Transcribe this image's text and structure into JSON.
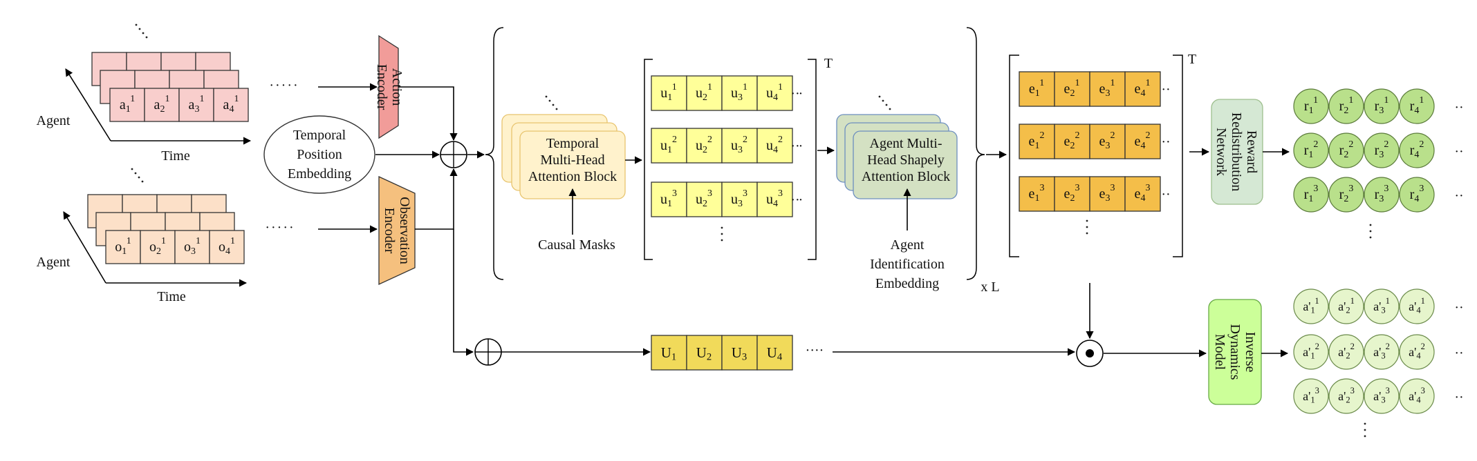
{
  "colors": {
    "action_cell": "#f8cecc",
    "obs_cell": "#fce0c8",
    "action_encoder": "#f19c99",
    "obs_encoder": "#f5c07e",
    "temporal_block": "#fff2cc",
    "u_cell": "#ffff99",
    "U_cell": "#f1da5a",
    "agent_block": "#d4e1c3",
    "e_cell": "#f4be49",
    "reward_net": "#d5e8d4",
    "r_circle": "#b9e08b",
    "inverse_model": "#ccff99",
    "a_circle": "#e6f5cc"
  },
  "labels": {
    "agent_top": "Agent",
    "time_top": "Time",
    "agent_bottom": "Agent",
    "time_bottom": "Time",
    "dots_action": "·····",
    "dots_obs": "·····",
    "action_encoder": [
      "Action",
      "Encoder"
    ],
    "obs_encoder": [
      "Observation",
      "Encoder"
    ],
    "temporal_position": [
      "Temporal",
      "Position",
      "Embedding"
    ],
    "temporal_block": [
      "Temporal",
      "Multi-Head",
      "Attention Block"
    ],
    "causal_masks": "Causal Masks",
    "agent_block": [
      "Agent Multi-",
      "Head Shapely",
      "Attention Block"
    ],
    "agent_id": [
      "Agent",
      "Identification",
      "Embedding"
    ],
    "repeat_L": "x L",
    "T_u": "T",
    "T_e": "T",
    "reward_net": [
      "Reward",
      "Redistribution",
      "Network"
    ],
    "inverse_model": [
      "Inverse",
      "Dynamics",
      "Model"
    ],
    "dots_U": "····"
  },
  "action_cells": [
    [
      "a",
      "1",
      "1"
    ],
    [
      "a",
      "2",
      "1"
    ],
    [
      "a",
      "3",
      "1"
    ],
    [
      "a",
      "4",
      "1"
    ]
  ],
  "obs_cells": [
    [
      "o",
      "1",
      "1"
    ],
    [
      "o",
      "2",
      "1"
    ],
    [
      "o",
      "3",
      "1"
    ],
    [
      "o",
      "4",
      "1"
    ]
  ],
  "u_rows": [
    [
      [
        "u",
        "1",
        "1"
      ],
      [
        "u",
        "2",
        "1"
      ],
      [
        "u",
        "3",
        "1"
      ],
      [
        "u",
        "4",
        "1"
      ]
    ],
    [
      [
        "u",
        "1",
        "2"
      ],
      [
        "u",
        "2",
        "2"
      ],
      [
        "u",
        "3",
        "2"
      ],
      [
        "u",
        "4",
        "2"
      ]
    ],
    [
      [
        "u",
        "1",
        "3"
      ],
      [
        "u",
        "2",
        "3"
      ],
      [
        "u",
        "3",
        "3"
      ],
      [
        "u",
        "4",
        "3"
      ]
    ]
  ],
  "U_cells": [
    [
      "U",
      "1"
    ],
    [
      "U",
      "2"
    ],
    [
      "U",
      "3"
    ],
    [
      "U",
      "4"
    ]
  ],
  "e_rows": [
    [
      [
        "e",
        "1",
        "1"
      ],
      [
        "e",
        "2",
        "1"
      ],
      [
        "e",
        "3",
        "1"
      ],
      [
        "e",
        "4",
        "1"
      ]
    ],
    [
      [
        "e",
        "1",
        "2"
      ],
      [
        "e",
        "2",
        "2"
      ],
      [
        "e",
        "3",
        "2"
      ],
      [
        "e",
        "4",
        "2"
      ]
    ],
    [
      [
        "e",
        "1",
        "3"
      ],
      [
        "e",
        "2",
        "3"
      ],
      [
        "e",
        "3",
        "3"
      ],
      [
        "e",
        "4",
        "3"
      ]
    ]
  ],
  "r_rows": [
    [
      [
        "r",
        "1",
        "1"
      ],
      [
        "r",
        "2",
        "1"
      ],
      [
        "r",
        "3",
        "1"
      ],
      [
        "r",
        "4",
        "1"
      ]
    ],
    [
      [
        "r",
        "1",
        "2"
      ],
      [
        "r",
        "2",
        "2"
      ],
      [
        "r",
        "3",
        "2"
      ],
      [
        "r",
        "4",
        "2"
      ]
    ],
    [
      [
        "r",
        "1",
        "3"
      ],
      [
        "r",
        "2",
        "3"
      ],
      [
        "r",
        "3",
        "3"
      ],
      [
        "r",
        "4",
        "3"
      ]
    ]
  ],
  "a_rows": [
    [
      [
        "a'",
        "1",
        "1"
      ],
      [
        "a'",
        "2",
        "1"
      ],
      [
        "a'",
        "3",
        "1"
      ],
      [
        "a'",
        "4",
        "1"
      ]
    ],
    [
      [
        "a'",
        "1",
        "2"
      ],
      [
        "a'",
        "2",
        "2"
      ],
      [
        "a'",
        "3",
        "2"
      ],
      [
        "a'",
        "4",
        "2"
      ]
    ],
    [
      [
        "a'",
        "1",
        "3"
      ],
      [
        "a'",
        "2",
        "3"
      ],
      [
        "a'",
        "3",
        "3"
      ],
      [
        "a'",
        "4",
        "3"
      ]
    ]
  ]
}
